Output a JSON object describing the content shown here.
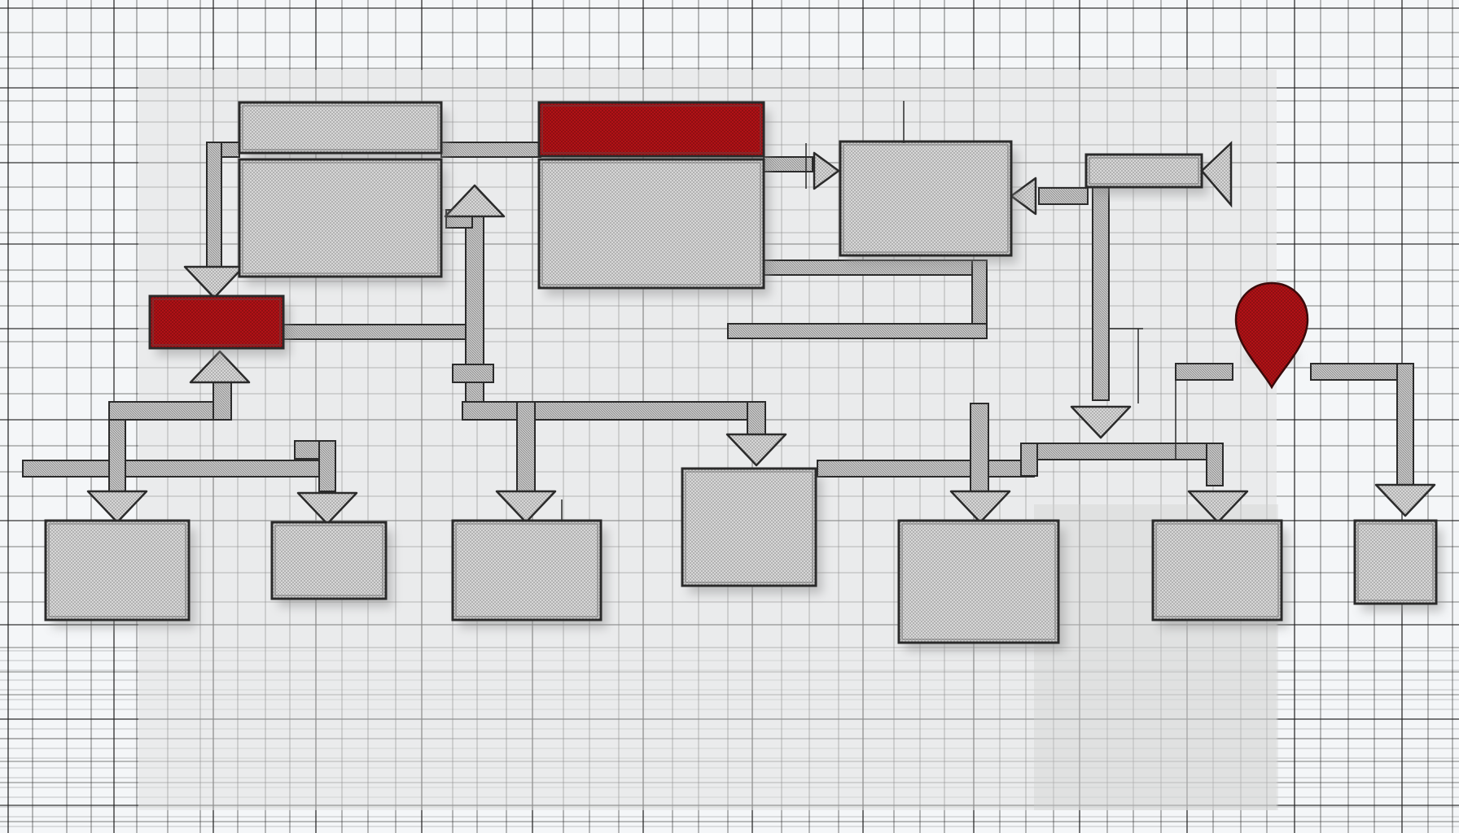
{
  "colors": {
    "paper": "#f4f6f8",
    "grid_line": "#1e1e1e",
    "panel": "#dedede",
    "box_fill": "#d9d9d9",
    "box_stroke": "#2a2a2a",
    "accent_red": "#b51217",
    "connector": "#b9b9b9",
    "arrow_fill": "#c6c6c6",
    "shadow": "#9a9a9a"
  },
  "diagram": {
    "style": "hand-drawn flowchart on graph paper, no text labels",
    "nodes": [
      {
        "id": "header-box-left",
        "accent": false
      },
      {
        "id": "process-box-left",
        "accent": false
      },
      {
        "id": "header-box-center",
        "accent": true
      },
      {
        "id": "process-box-center",
        "accent": false
      },
      {
        "id": "process-box-right",
        "accent": false
      },
      {
        "id": "input-bar-right",
        "accent": false
      },
      {
        "id": "decision-box-red",
        "accent": true
      },
      {
        "id": "location-marker",
        "accent": true,
        "icon": "map-pin-icon"
      },
      {
        "id": "output-box-1",
        "accent": false
      },
      {
        "id": "output-box-2",
        "accent": false
      },
      {
        "id": "output-box-3",
        "accent": false
      },
      {
        "id": "output-box-4",
        "accent": false
      },
      {
        "id": "output-box-5",
        "accent": false
      },
      {
        "id": "output-box-6",
        "accent": false
      },
      {
        "id": "output-box-7",
        "accent": false
      }
    ],
    "edges": [
      {
        "from": "header-box-left",
        "to": "decision-box-red"
      },
      {
        "from": "header-box-left",
        "to": "header-box-center"
      },
      {
        "from": "header-box-center",
        "to": "process-box-right"
      },
      {
        "from": "input-bar-right",
        "to": "process-box-right"
      },
      {
        "from": "input-bar-right",
        "to": "output-box-6"
      },
      {
        "from": "decision-box-red",
        "to": "process-box-left"
      },
      {
        "from": "output-box-1",
        "to": "decision-box-red"
      },
      {
        "from": "process-box-left",
        "to": "output-box-3"
      },
      {
        "from": "process-box-left",
        "to": "output-box-4"
      },
      {
        "from": "output-box-4",
        "to": "output-box-5"
      },
      {
        "from": "location-marker",
        "to": "output-box-7"
      },
      {
        "from": "bar-left",
        "to": "output-box-2"
      }
    ]
  }
}
